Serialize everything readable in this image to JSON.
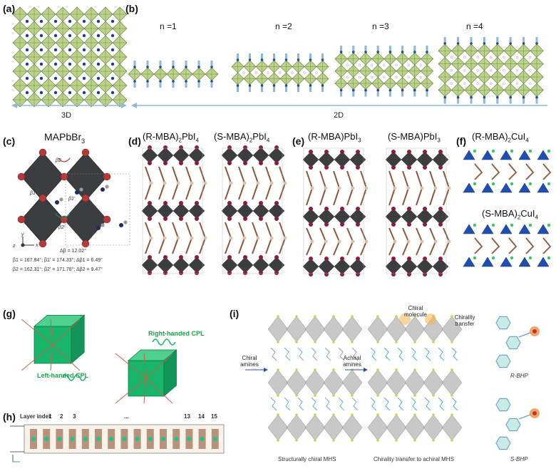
{
  "panels": {
    "a": {
      "label": "(a)",
      "caption": "3D"
    },
    "b": {
      "label": "(b)",
      "caption": "2D",
      "layers": [
        "n =1",
        "n =2",
        "n =3",
        "n =4"
      ]
    },
    "c": {
      "label": "(c)",
      "title": "MAPbBr",
      "title_sub": "3",
      "angle_labels": [
        "β2",
        "β1",
        "β1'",
        "β2'"
      ],
      "axis_y": "y",
      "axis_z": "z",
      "axis_x": "x",
      "delta": "Δβ = 12.02°",
      "line1": "β1 = 167.84°; β1' = 174.33°; Δβ1 = 6.49°",
      "line2": "β2 = 162.31°; β2' = 171.78°; Δβ2 = 9.47°"
    },
    "d": {
      "label": "(d)",
      "title_r": {
        "pre": "(R-MBA)",
        "sub1": "2",
        "mid": "PbI",
        "sub2": "4"
      },
      "title_s": {
        "pre": "(S-MBA)",
        "sub1": "2",
        "mid": "PbI",
        "sub2": "4"
      }
    },
    "e": {
      "label": "(e)",
      "title_r": {
        "pre": "(R-MBA)PbI",
        "sub": "3"
      },
      "title_s": {
        "pre": "(S-MBA)PbI",
        "sub": "3"
      }
    },
    "f": {
      "label": "(f)",
      "title_r": {
        "pre": "(R-MBA)",
        "sub1": "2",
        "mid": "CuI",
        "sub2": "4"
      },
      "title_s": {
        "pre": "(S-MBA)",
        "sub1": "2",
        "mid": "CuI",
        "sub2": "4"
      }
    },
    "g": {
      "label": "(g)",
      "right_cpl": "Right-handed CPL",
      "left_cpl": "Left-handed CPL"
    },
    "h": {
      "label": "(h)",
      "layer_index": "Layer index",
      "indices": [
        "1",
        "2",
        "3",
        "...",
        "13",
        "14",
        "15"
      ]
    },
    "i": {
      "label": "(i)",
      "chiral_amines": "Chiral amines",
      "achiral_amines": "Achiral amines",
      "chiral_molecule": "Chiral molecule",
      "chirality_transfer": "Chirality transfer",
      "caption_left": "Structurally chiral MHS",
      "caption_mid": "Chirality transfer to achiral MHS",
      "r_bhp": "R-BHP",
      "s_bhp": "S-BHP"
    }
  },
  "colors": {
    "octahedron": "#bcd38a",
    "octa_edge": "#5f7a3a",
    "arrow": "#8fb7d8",
    "dark_octa": "#3b3d40",
    "iodide": "#8a1e3a",
    "organic": "#8b5a3c",
    "cu_blue": "#1f4fb0",
    "nanocube": "#18b56a",
    "pb_gray": "#bfbfbf"
  }
}
